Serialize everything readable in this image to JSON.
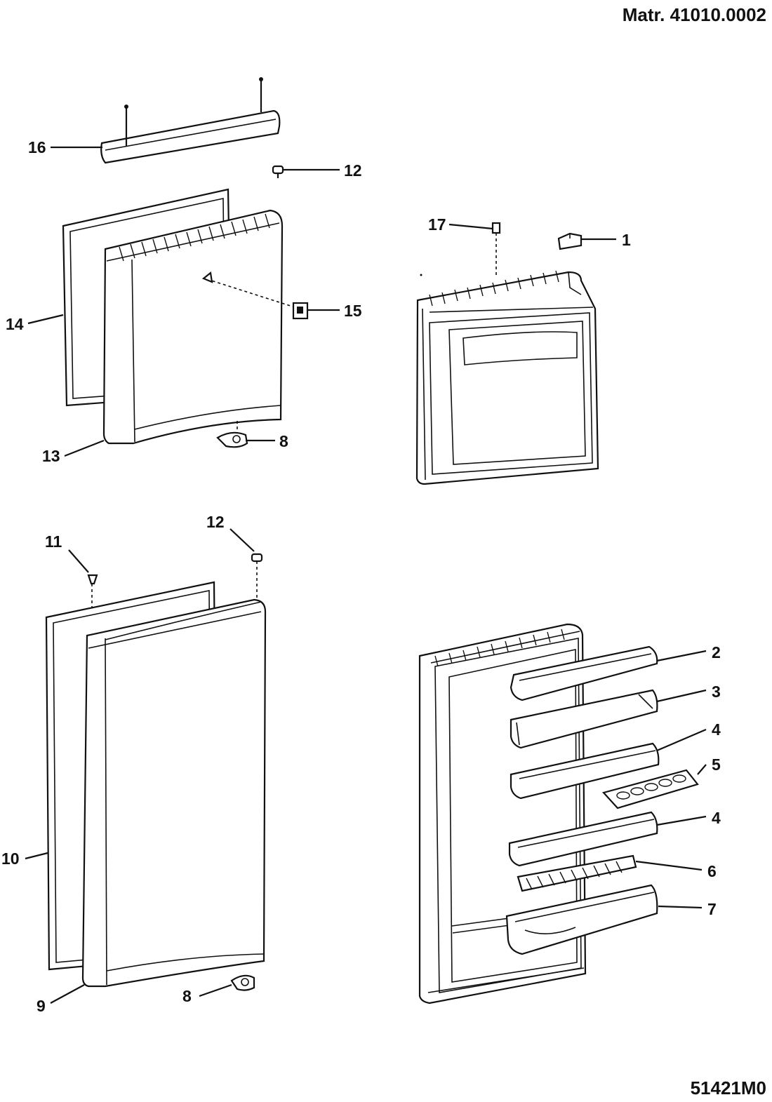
{
  "header": {
    "material_code": "Matr. 41010.0002"
  },
  "footer": {
    "drawing_code": "51421M0"
  },
  "callouts": {
    "c1": "1",
    "c2": "2",
    "c3": "3",
    "c4a": "4",
    "c4b": "4",
    "c5": "5",
    "c6": "6",
    "c7": "7",
    "c8a": "8",
    "c8b": "8",
    "c9": "9",
    "c10": "10",
    "c11": "11",
    "c12a": "12",
    "c12b": "12",
    "c13": "13",
    "c14": "14",
    "c15": "15",
    "c16": "16",
    "c17": "17"
  }
}
